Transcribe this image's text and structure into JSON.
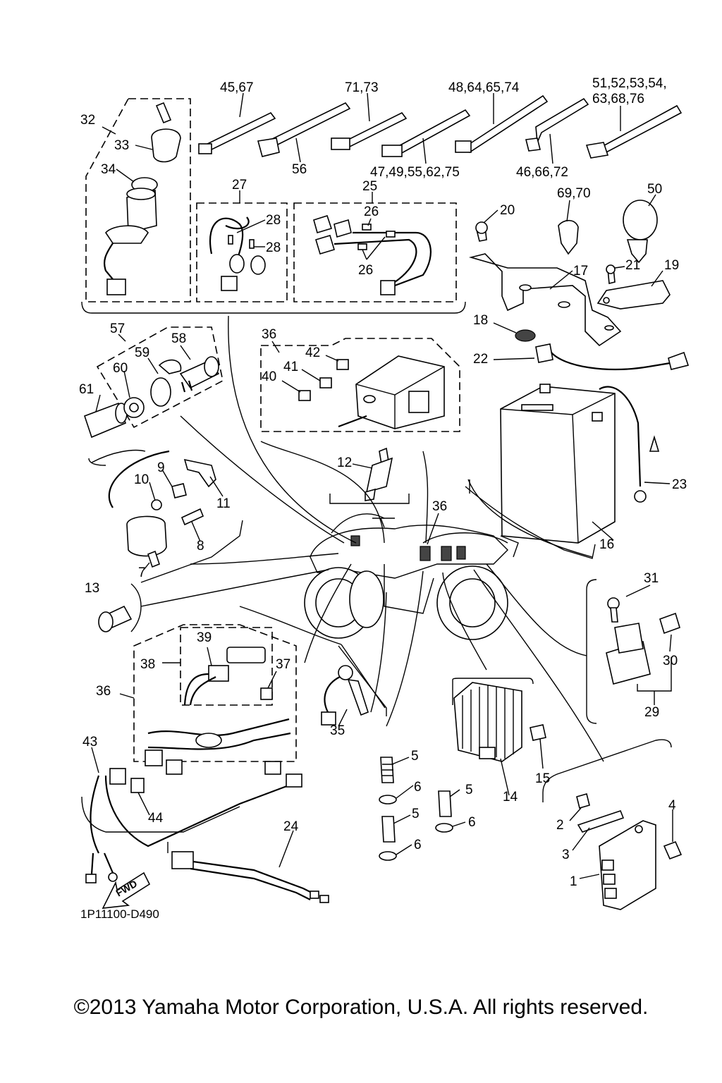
{
  "part_labels": [
    {
      "id": "p45_67",
      "text": "45,67"
    },
    {
      "id": "p71_73",
      "text": "71,73"
    },
    {
      "id": "p48",
      "text": "48,64,65,74"
    },
    {
      "id": "p51a",
      "text": "51,52,53,54,"
    },
    {
      "id": "p51b",
      "text": "63,68,76"
    },
    {
      "id": "p32",
      "text": "32"
    },
    {
      "id": "p33",
      "text": "33"
    },
    {
      "id": "p34",
      "text": "34"
    },
    {
      "id": "p56",
      "text": "56"
    },
    {
      "id": "p47",
      "text": "47,49,55,62,75"
    },
    {
      "id": "p46",
      "text": "46,66,72"
    },
    {
      "id": "p27",
      "text": "27"
    },
    {
      "id": "p25",
      "text": "25"
    },
    {
      "id": "p26a",
      "text": "26"
    },
    {
      "id": "p28a",
      "text": "28"
    },
    {
      "id": "p28b",
      "text": "28"
    },
    {
      "id": "p26b",
      "text": "26"
    },
    {
      "id": "p69_70",
      "text": "69,70"
    },
    {
      "id": "p50",
      "text": "50"
    },
    {
      "id": "p20",
      "text": "20"
    },
    {
      "id": "p21",
      "text": "21"
    },
    {
      "id": "p19",
      "text": "19"
    },
    {
      "id": "p17",
      "text": "17"
    },
    {
      "id": "p18",
      "text": "18"
    },
    {
      "id": "p22",
      "text": "22"
    },
    {
      "id": "p57",
      "text": "57"
    },
    {
      "id": "p58",
      "text": "58"
    },
    {
      "id": "p59",
      "text": "59"
    },
    {
      "id": "p60",
      "text": "60"
    },
    {
      "id": "p61",
      "text": "61"
    },
    {
      "id": "p36a",
      "text": "36"
    },
    {
      "id": "p42",
      "text": "42"
    },
    {
      "id": "p41",
      "text": "41"
    },
    {
      "id": "p40",
      "text": "40"
    },
    {
      "id": "p23",
      "text": "23"
    },
    {
      "id": "p12",
      "text": "12"
    },
    {
      "id": "p9",
      "text": "9"
    },
    {
      "id": "p10",
      "text": "10"
    },
    {
      "id": "p11",
      "text": "11"
    },
    {
      "id": "p8",
      "text": "8"
    },
    {
      "id": "p7",
      "text": "7"
    },
    {
      "id": "p36b",
      "text": "36"
    },
    {
      "id": "p16",
      "text": "16"
    },
    {
      "id": "p13",
      "text": "13"
    },
    {
      "id": "p31",
      "text": "31"
    },
    {
      "id": "p39",
      "text": "39"
    },
    {
      "id": "p38",
      "text": "38"
    },
    {
      "id": "p37",
      "text": "37"
    },
    {
      "id": "p36c",
      "text": "36"
    },
    {
      "id": "p30",
      "text": "30"
    },
    {
      "id": "p29",
      "text": "29"
    },
    {
      "id": "p35",
      "text": "35"
    },
    {
      "id": "p43",
      "text": "43"
    },
    {
      "id": "p5a",
      "text": "5"
    },
    {
      "id": "p15",
      "text": "15"
    },
    {
      "id": "p6a",
      "text": "6"
    },
    {
      "id": "p5b",
      "text": "5"
    },
    {
      "id": "p14",
      "text": "14"
    },
    {
      "id": "p44",
      "text": "44"
    },
    {
      "id": "p5c",
      "text": "5"
    },
    {
      "id": "p6b",
      "text": "6"
    },
    {
      "id": "p4",
      "text": "4"
    },
    {
      "id": "p2",
      "text": "2"
    },
    {
      "id": "p3",
      "text": "3"
    },
    {
      "id": "p24",
      "text": "24"
    },
    {
      "id": "p6c",
      "text": "6"
    },
    {
      "id": "p1",
      "text": "1"
    }
  ],
  "fwd_arrow_text": "FWD",
  "diagram_code": "1P11100-D490",
  "copyright": "©2013 Yamaha Motor Corporation, U.S.A. All rights reserved."
}
